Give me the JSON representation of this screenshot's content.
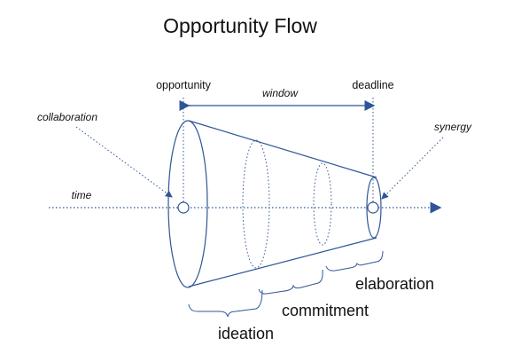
{
  "title": "Opportunity Flow",
  "labels": {
    "opportunity": "opportunity",
    "deadline": "deadline",
    "window": "window",
    "collaboration": "collaboration",
    "synergy": "synergy",
    "time": "time"
  },
  "phases": {
    "ideation": "ideation",
    "commitment": "commitment",
    "elaboration": "elaboration"
  },
  "colors": {
    "line": "#2f5597",
    "text": "#111111",
    "background": "#ffffff"
  },
  "icons": {
    "arrowhead": "arrowhead-icon",
    "node": "circle-node-icon"
  }
}
